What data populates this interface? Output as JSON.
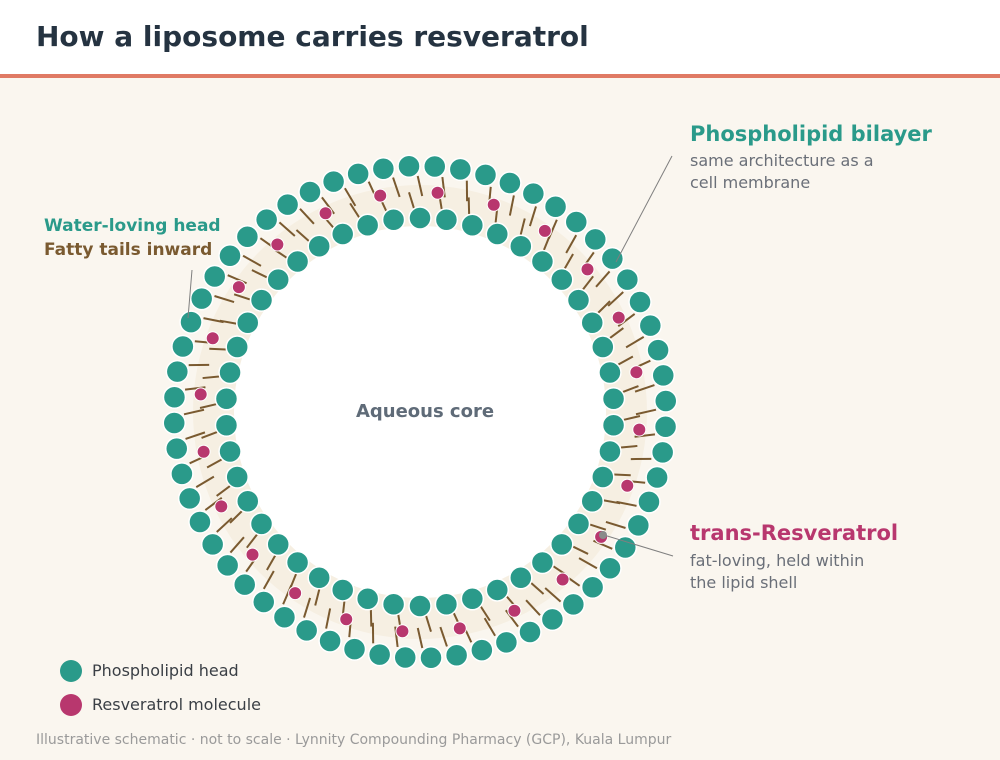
{
  "title": "How a liposome carries resveratrol",
  "core_label": "Aqueous core",
  "callouts": {
    "bilayer": {
      "title": "Phospholipid bilayer",
      "lines": [
        "same architecture as a",
        "cell membrane"
      ]
    },
    "head_tail": {
      "line1": "Water-loving head",
      "line2": "Fatty tails inward"
    },
    "resveratrol": {
      "title": "trans-Resveratrol",
      "lines": [
        "fat-loving, held within",
        "the lipid shell"
      ]
    }
  },
  "legend": [
    {
      "label": "Phospholipid head",
      "color": "#2a9a8a"
    },
    {
      "label": "Resveratrol molecule",
      "color": "#b8376e"
    }
  ],
  "colors": {
    "head": "#2a9a8a",
    "head_stroke": "#ffffff",
    "tail": "#7a5a30",
    "resveratrol": "#b8376e",
    "core": "#ffffff",
    "bilayer_fill": "#f6efe2",
    "accent_line": "#e07a64",
    "head_text": "#2a9a8a",
    "tail_text": "#7a5a30",
    "muted_text": "#6a6f78"
  },
  "footer": "Illustrative schematic · not to scale · Lynnity Compounding Pharmacy (GCP), Kuala Lumpur"
}
